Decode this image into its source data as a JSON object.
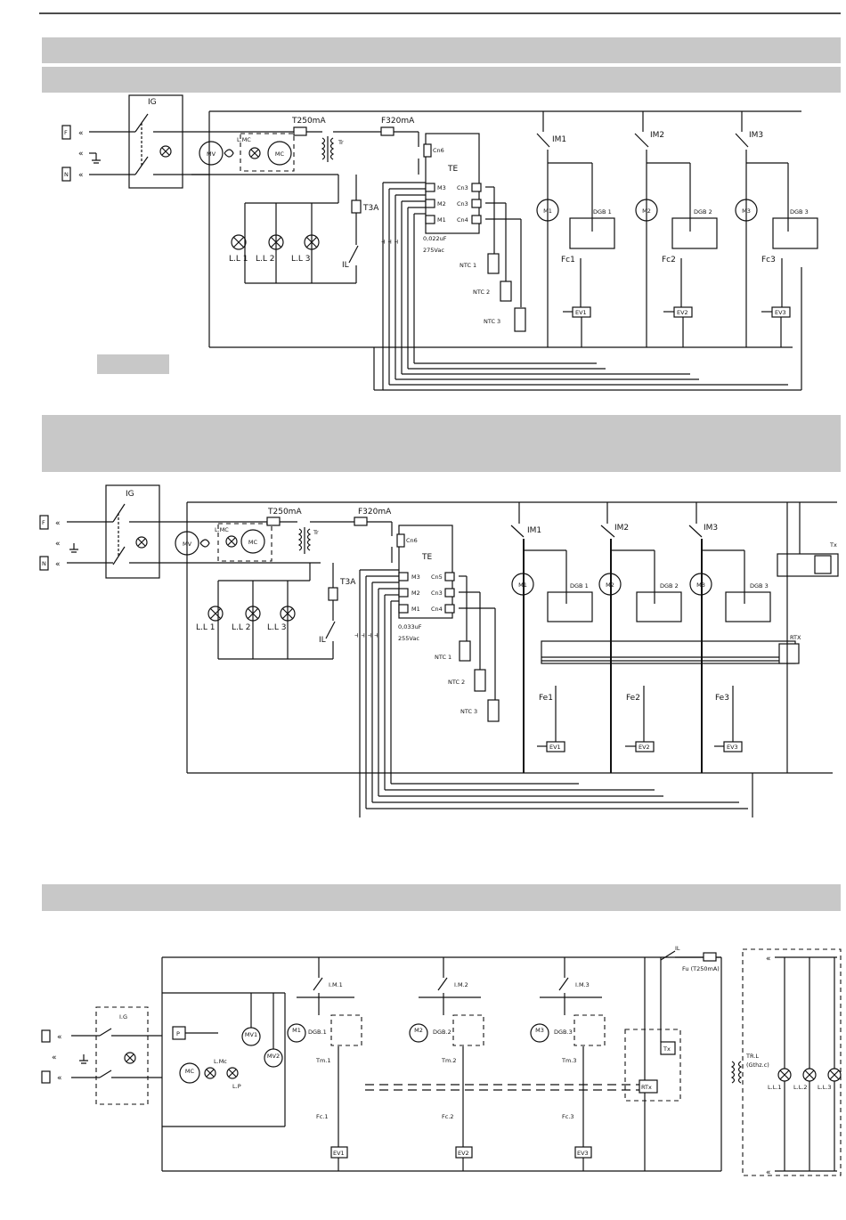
{
  "diagram1": {
    "main_switch": "IG",
    "terminals": [
      "F",
      "N"
    ],
    "fuse_a": "T250mA",
    "fuse_b": "F320mA",
    "transformer": "Tr",
    "fan_motor": "MV",
    "pump_motor": "MC",
    "pump_lamp": "L.MC",
    "board": "TE",
    "connectors": [
      "Cn6",
      "M3",
      "M2",
      "M1",
      "Cn3",
      "Cn3",
      "Cn4"
    ],
    "fuse_c": "T3A",
    "light_switch": "IL",
    "lamps": [
      "L.L 1",
      "L.L 2",
      "L.L 3"
    ],
    "capacitor_values": [
      "0,022uF",
      "275Vac"
    ],
    "sensors": [
      "NTC 1",
      "NTC 2",
      "NTC 3"
    ],
    "group_switches": [
      "IM1",
      "IM2",
      "IM3"
    ],
    "motors": [
      "M1",
      "M2",
      "M3"
    ],
    "dosing_boxes": [
      "DGB 1",
      "DGB 2",
      "DGB 3"
    ],
    "flow_sensors": [
      "Fc1",
      "Fc2",
      "Fc3"
    ],
    "valves": [
      "EV1",
      "EV2",
      "EV3"
    ]
  },
  "diagram2": {
    "main_switch": "IG",
    "terminals": [
      "F",
      "N"
    ],
    "fuse_a": "T250mA",
    "fuse_b": "F320mA",
    "transformer": "Tr",
    "fan_motor": "MV",
    "pump_motor": "MC",
    "pump_lamp": "L.MC",
    "board": "TE",
    "connectors": [
      "Cn6",
      "M3",
      "M2",
      "M1",
      "Cn5",
      "Cn3",
      "Cn4"
    ],
    "fuse_c": "T3A",
    "light_switch": "IL",
    "lamps": [
      "L.L 1",
      "L.L 2",
      "L.L 3"
    ],
    "capacitor_values": [
      "0,033uF",
      "255Vac"
    ],
    "sensors": [
      "NTC 1",
      "NTC 2",
      "NTC 3"
    ],
    "group_switches": [
      "IM1",
      "IM2",
      "IM3"
    ],
    "motors": [
      "M1",
      "M2",
      "M3"
    ],
    "dosing_boxes": [
      "DGB 1",
      "DGB 2",
      "DGB 3"
    ],
    "flow_sensors": [
      "Fe1",
      "Fe2",
      "Fe3"
    ],
    "valves": [
      "EV1",
      "EV2",
      "EV3"
    ],
    "relay": "RTX",
    "timer": "Tx"
  },
  "diagram3": {
    "main_switch": "I.G",
    "pressure": "P",
    "pump_motor": "MC",
    "pump_lamp": "L.Mc",
    "lamp_p": "L.P",
    "fan_motors": [
      "MV1",
      "MV2"
    ],
    "motors": [
      "M1",
      "M2",
      "M3"
    ],
    "group_switches": [
      "I.M.1",
      "I.M.2",
      "I.M.3"
    ],
    "dosing_boxes": [
      "DGB.1",
      "DGB.2",
      "DGB.3"
    ],
    "timers": [
      "Tm.1",
      "Tm.2",
      "Tm.3"
    ],
    "flow_sensors": [
      "Fc.1",
      "Fc.2",
      "Fc.3"
    ],
    "valves": [
      "EV1",
      "EV2",
      "EV3"
    ],
    "timer": "Tx",
    "relay": "RTx",
    "light_switch": "IL",
    "fuse": "Fu (T250mA)",
    "transformer": "TR.L",
    "transformer_note": "(Gthz.c)",
    "lamps": [
      "L.L.1",
      "L.L.2",
      "L.L.3"
    ]
  }
}
